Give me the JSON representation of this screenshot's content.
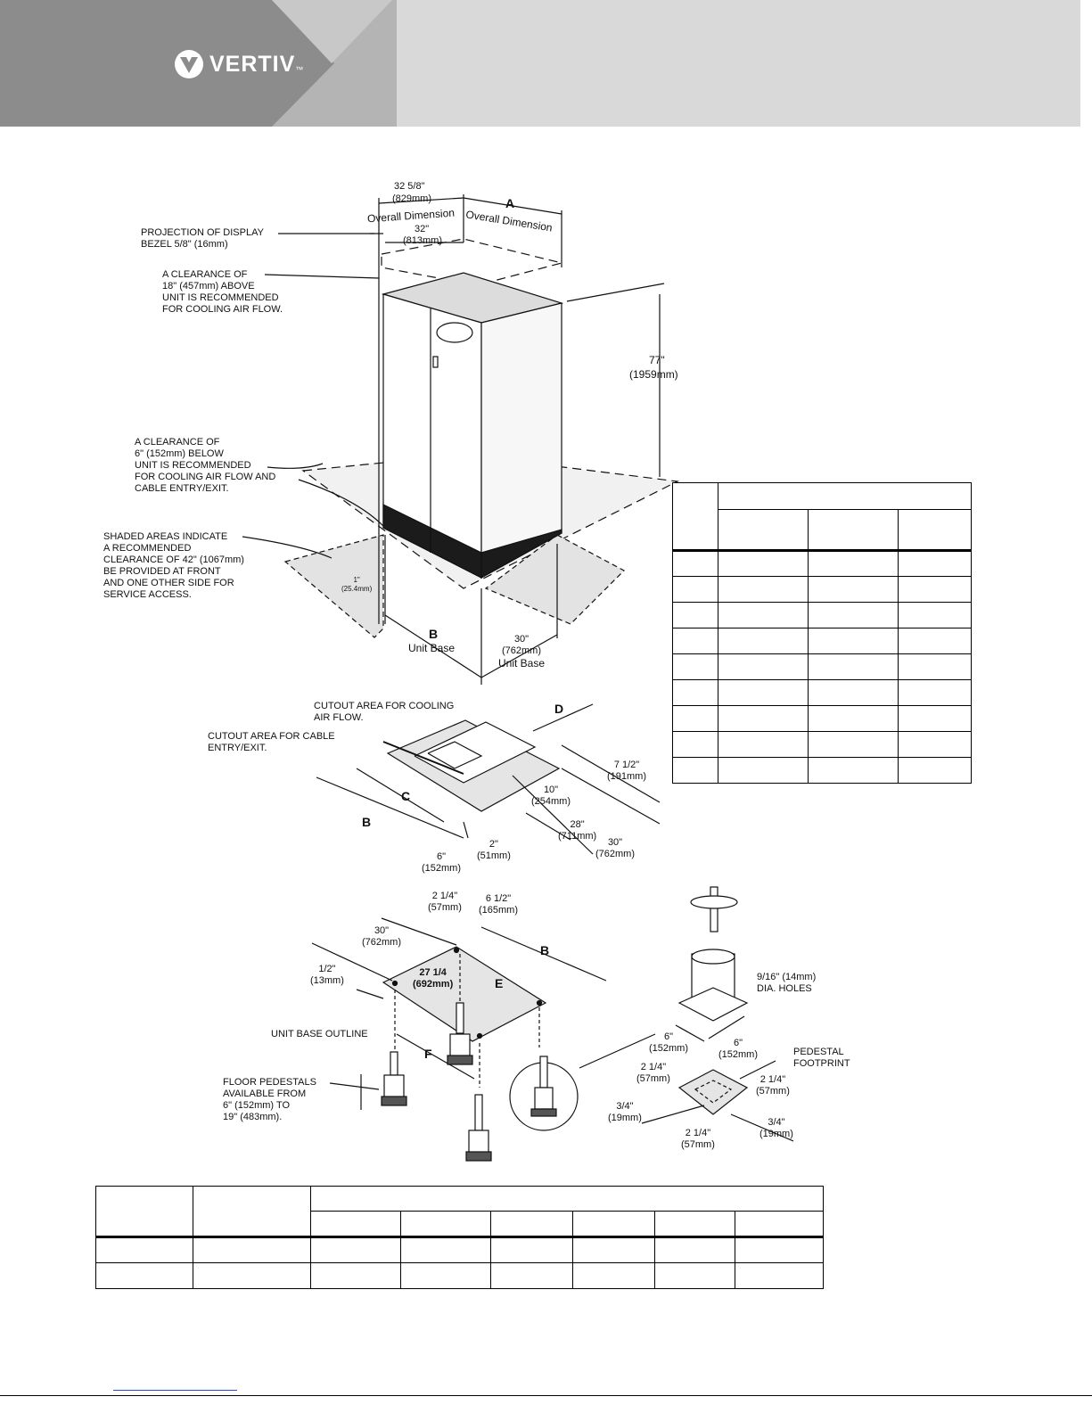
{
  "header": {
    "brand": "VERTIV",
    "trademark": "™",
    "colors": {
      "dark": "#8a8a8a",
      "mid": "#b3b3b3",
      "light": "#d9d9d9"
    }
  },
  "unit_view": {
    "overall_width": "32 5/8\"",
    "overall_width_mm": "(829mm)",
    "overall_label_left": "Overall Dimension",
    "overall_label_right": "Overall Dimension",
    "dim_A": "A",
    "width_32": "32\"",
    "width_32_mm": "(813mm)",
    "bezel_note": "PROJECTION OF DISPLAY\nBEZEL 5/8\" (16mm)",
    "top_clearance_note": "A CLEARANCE OF\n18\" (457mm) ABOVE\nUNIT IS RECOMMENDED\nFOR COOLING AIR FLOW.",
    "height": "77\"",
    "height_mm": "(1959mm)",
    "bottom_clearance_note": "A CLEARANCE OF\n6\" (152mm) BELOW\nUNIT IS RECOMMENDED\nFOR COOLING AIR FLOW AND\nCABLE ENTRY/EXIT.",
    "service_note": "SHADED AREAS INDICATE\nA RECOMMENDED\nCLEARANCE OF 42\" (1067mm)\nBE PROVIDED AT FRONT\nAND ONE OTHER SIDE FOR\nSERVICE ACCESS.",
    "one_inch": "1\"\n(25.4mm)",
    "dim_B": "B",
    "unit_base_b": "Unit Base",
    "depth_30": "30\"\n(762mm)",
    "unit_base_30": "Unit Base"
  },
  "cutout_view": {
    "cooling_note": "CUTOUT AREA FOR COOLING\nAIR FLOW.",
    "cable_note": "CUTOUT AREA FOR CABLE\nENTRY/EXIT.",
    "dim_D": "D",
    "dim_C": "C",
    "dim_B": "B",
    "d_7_5": "7 1/2\"\n(191mm)",
    "d_10": "10\"\n(254mm)",
    "d_28": "28\"\n(711mm)",
    "d_30": "30\"\n(762mm)",
    "d_2": "2\"\n(51mm)",
    "d_6": "6\"\n(152mm)"
  },
  "pedestal_view": {
    "d_2_25": "2 1/4\"\n(57mm)",
    "d_6_5": "6 1/2\"\n(165mm)",
    "d_30": "30\"\n(762mm)",
    "dim_B": "B",
    "d_half": "1/2\"\n(13mm)",
    "d_27": "27 1/4\n(692mm)",
    "dim_E": "E",
    "base_outline": "UNIT BASE OUTLINE",
    "dim_F": "F",
    "floor_pedestals": "FLOOR PEDESTALS\nAVAILABLE FROM\n6\" (152mm) TO\n19\" (483mm).",
    "holes": "9/16\" (14mm)\nDIA. HOLES",
    "d_6_left": "6\"\n(152mm)",
    "d_6_right": "6\"\n(152mm)",
    "footprint": "PEDESTAL\nFOOTPRINT",
    "fp_tl": "2 1/4\"\n(57mm)",
    "fp_tr": "2 1/4\"\n(57mm)",
    "fp_l": "3/4\"\n(19mm)",
    "fp_r": "3/4\"\n(19mm)",
    "fp_b": "2 1/4\"\n(57mm)"
  },
  "side_table": {
    "rows": 9,
    "cols": 4
  },
  "bottom_table": {
    "rows": 2,
    "cols": 8
  }
}
